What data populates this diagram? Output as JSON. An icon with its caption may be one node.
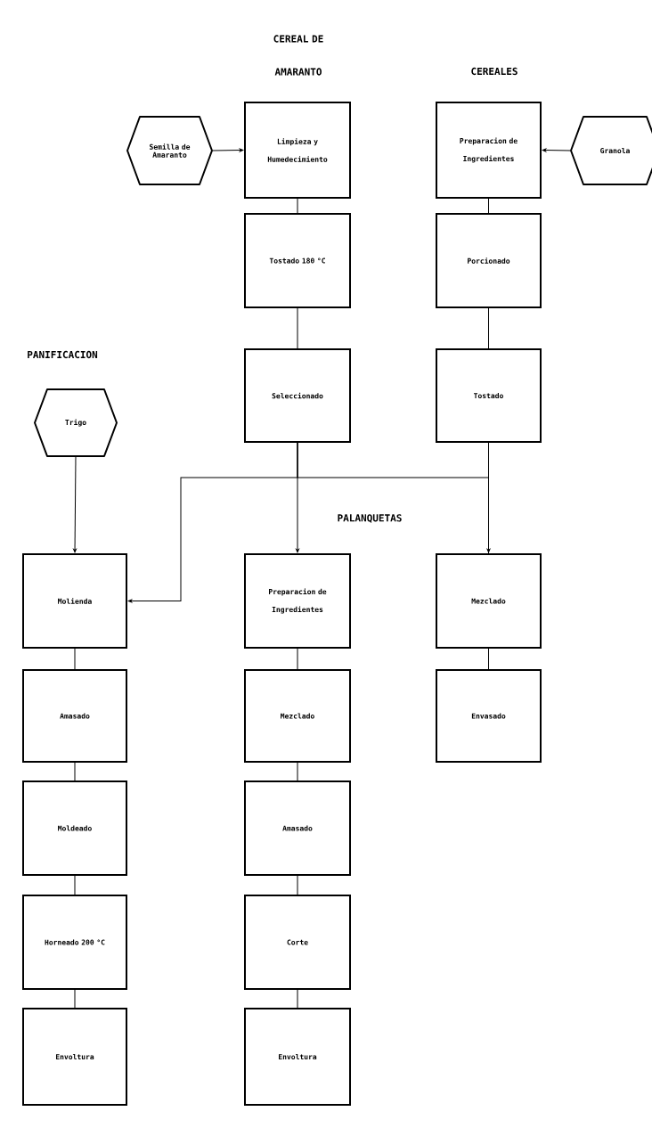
{
  "diagram": {
    "nodes": [
      {
        "text": [
          "Semilla de Amaranto"
        ]
      },
      {
        "text": [
          "Limpieza y Humedecimiento"
        ]
      },
      {
        "text": [
          "Tostado 180 °C"
        ]
      },
      {
        "text": [
          "Seleccionado"
        ]
      },
      {
        "text": [
          "Preparacion de Ingredientes"
        ]
      },
      {
        "text": [
          "Granola"
        ]
      },
      {
        "text": [
          "Porcionado"
        ]
      },
      {
        "text": [
          "Tostado"
        ]
      },
      {
        "text": [
          "Trigo"
        ]
      },
      {
        "text": [
          "Molienda"
        ]
      },
      {
        "text": [
          "Amasado"
        ]
      },
      {
        "text": [
          "Moldeado"
        ]
      },
      {
        "text": [
          "Horneado 200 °C"
        ]
      },
      {
        "text": [
          "Envoltura"
        ]
      },
      {
        "text": [
          "Preparacion de Ingredientes"
        ]
      },
      {
        "text": [
          "Mezclado"
        ]
      },
      {
        "text": [
          "Amasado"
        ]
      },
      {
        "text": [
          "Corte"
        ]
      },
      {
        "text": [
          "Envoltura"
        ]
      },
      {
        "text": [
          "Mezclado"
        ]
      },
      {
        "text": [
          "Envasado"
        ]
      }
    ],
    "edges": [
      {
        "from": 0,
        "to": 1,
        "arrow": "to"
      },
      {
        "from": 1,
        "to": 2,
        "arrow": "none"
      },
      {
        "from": 2,
        "to": 3,
        "arrow": "none"
      },
      {
        "from": 5,
        "to": 4,
        "arrow": "to"
      },
      {
        "from": 4,
        "to": 6,
        "arrow": "none"
      },
      {
        "from": 6,
        "to": 7,
        "arrow": "none"
      },
      {
        "from": 7,
        "to": 19,
        "arrow": "none"
      },
      {
        "from": 19,
        "to": 20,
        "arrow": "none"
      },
      {
        "from": 3,
        "to": 14,
        "arrow": "to"
      },
      {
        "from": 3,
        "to": 9,
        "arrow": "to"
      },
      {
        "from": 3,
        "to": 19,
        "arrow": "to"
      },
      {
        "from": 8,
        "to": 9,
        "arrow": "to"
      },
      {
        "from": 9,
        "to": 10,
        "arrow": "none"
      },
      {
        "from": 10,
        "to": 11,
        "arrow": "none"
      },
      {
        "from": 11,
        "to": 12,
        "arrow": "none"
      },
      {
        "from": 12,
        "to": 13,
        "arrow": "none"
      },
      {
        "from": 14,
        "to": 15,
        "arrow": "none"
      },
      {
        "from": 15,
        "to": 16,
        "arrow": "none"
      },
      {
        "from": 16,
        "to": 17,
        "arrow": "none"
      },
      {
        "from": 17,
        "to": 18,
        "arrow": "none"
      }
    ],
    "labels": [
      "CEREAL DE AMARANTO",
      "CEREALES",
      "PANIFICACION",
      "PALANQUETAS"
    ]
  }
}
